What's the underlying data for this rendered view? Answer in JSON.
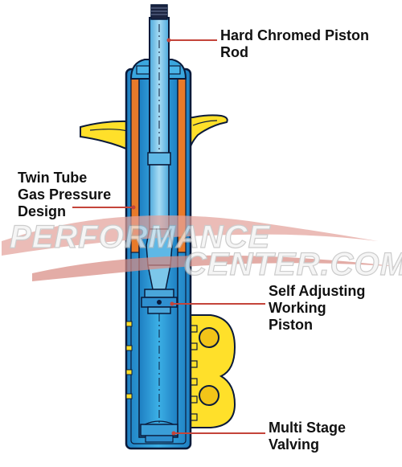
{
  "watermark": {
    "line1": "PERFORMANCE",
    "line2": "CENTER.COM"
  },
  "callouts": {
    "piston_rod": [
      "Hard Chromed Piston",
      "Rod"
    ],
    "twin_tube": [
      "Twin Tube",
      "Gas Pressure",
      "Design"
    ],
    "working_piston": [
      "Self Adjusting",
      "Working",
      "Piston"
    ],
    "valving": [
      "Multi Stage",
      "Valving"
    ]
  },
  "colors": {
    "tube_blue": "#2da2dc",
    "rod_blue": "#7cc7ea",
    "orange_band": "#e87a2a",
    "yellow_bracket": "#ffe02a",
    "leader_red": "#c4443a",
    "outline": "#0a1a3a"
  }
}
